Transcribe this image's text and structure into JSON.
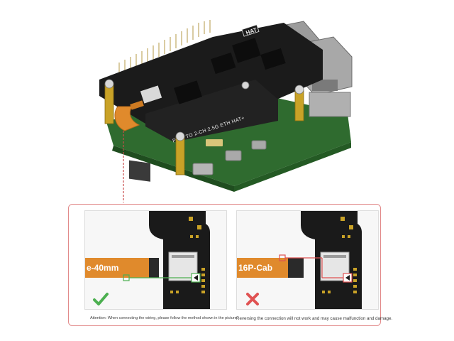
{
  "board": {
    "silkscreen_label": "PCIE TO 2-CH 2.5G ETH HAT+",
    "hat_marking": "HAT"
  },
  "panels": [
    {
      "cable_text": "e-40mm",
      "status_icon": "check-icon",
      "status_color": "#4caf50",
      "caption": "Attention: When connecting the wiring, please follow the method shown in the picture."
    },
    {
      "cable_text": "16P-Cab",
      "status_icon": "cross-icon",
      "status_color": "#e05252",
      "caption": "Reversing the connection will not work and may cause malfunction and damage."
    }
  ],
  "colors": {
    "pcb_black": "#1b1b1b",
    "pcb_green": "#2e7d32",
    "cable_orange": "#e08a2c",
    "frame_red": "#e28a8a"
  }
}
